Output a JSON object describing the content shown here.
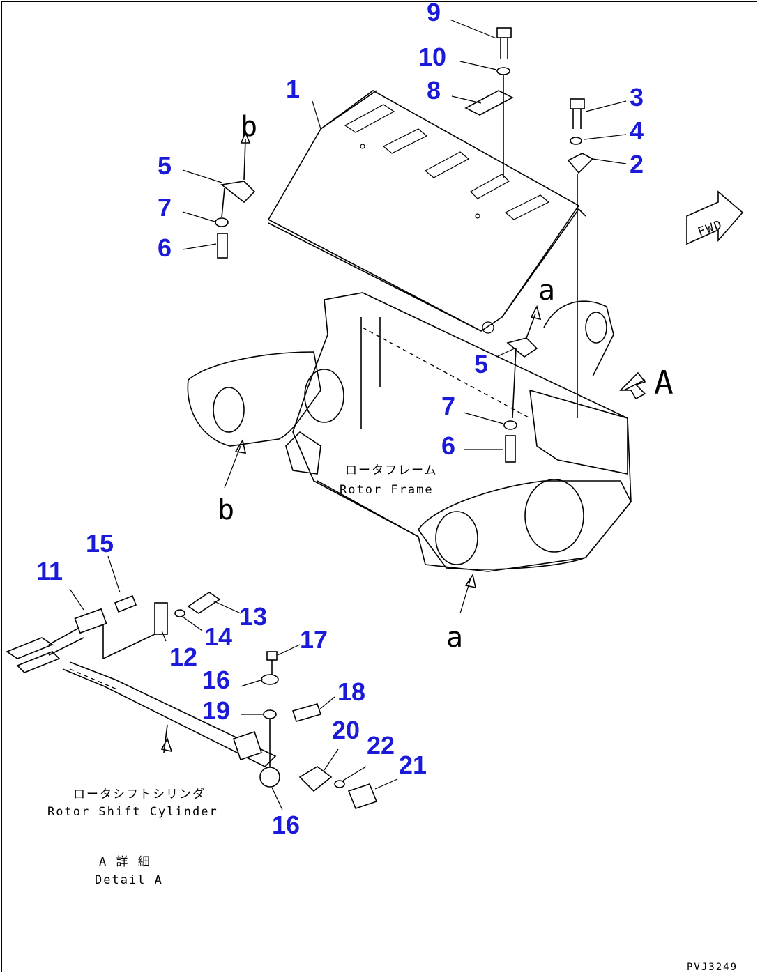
{
  "callouts": {
    "c1": "1",
    "c2": "2",
    "c3": "3",
    "c4": "4",
    "c5a": "5",
    "c5b": "5",
    "c6a": "6",
    "c6b": "6",
    "c7a": "7",
    "c7b": "7",
    "c8": "8",
    "c9": "9",
    "c10": "10",
    "c11": "11",
    "c12": "12",
    "c13": "13",
    "c14": "14",
    "c15": "15",
    "c16a": "16",
    "c16b": "16",
    "c17": "17",
    "c18": "18",
    "c19": "19",
    "c20": "20",
    "c21": "21",
    "c22": "22"
  },
  "refs": {
    "b_top": "b",
    "b_bottom": "b",
    "a_top": "a",
    "a_bottom": "a",
    "A_view": "A"
  },
  "labels": {
    "rotor_frame_jp": "ロータフレーム",
    "rotor_frame_en": "Rotor Frame",
    "rotor_shift_jp": "ロータシフトシリンダ",
    "rotor_shift_en": "Rotor Shift Cylinder",
    "detail_jp": "A 詳 細",
    "detail_en": "Detail A",
    "fwd": "FWD",
    "drawing_code": "PVJ3249"
  },
  "colors": {
    "callout": "#1a1ad8",
    "line": "#000000"
  }
}
